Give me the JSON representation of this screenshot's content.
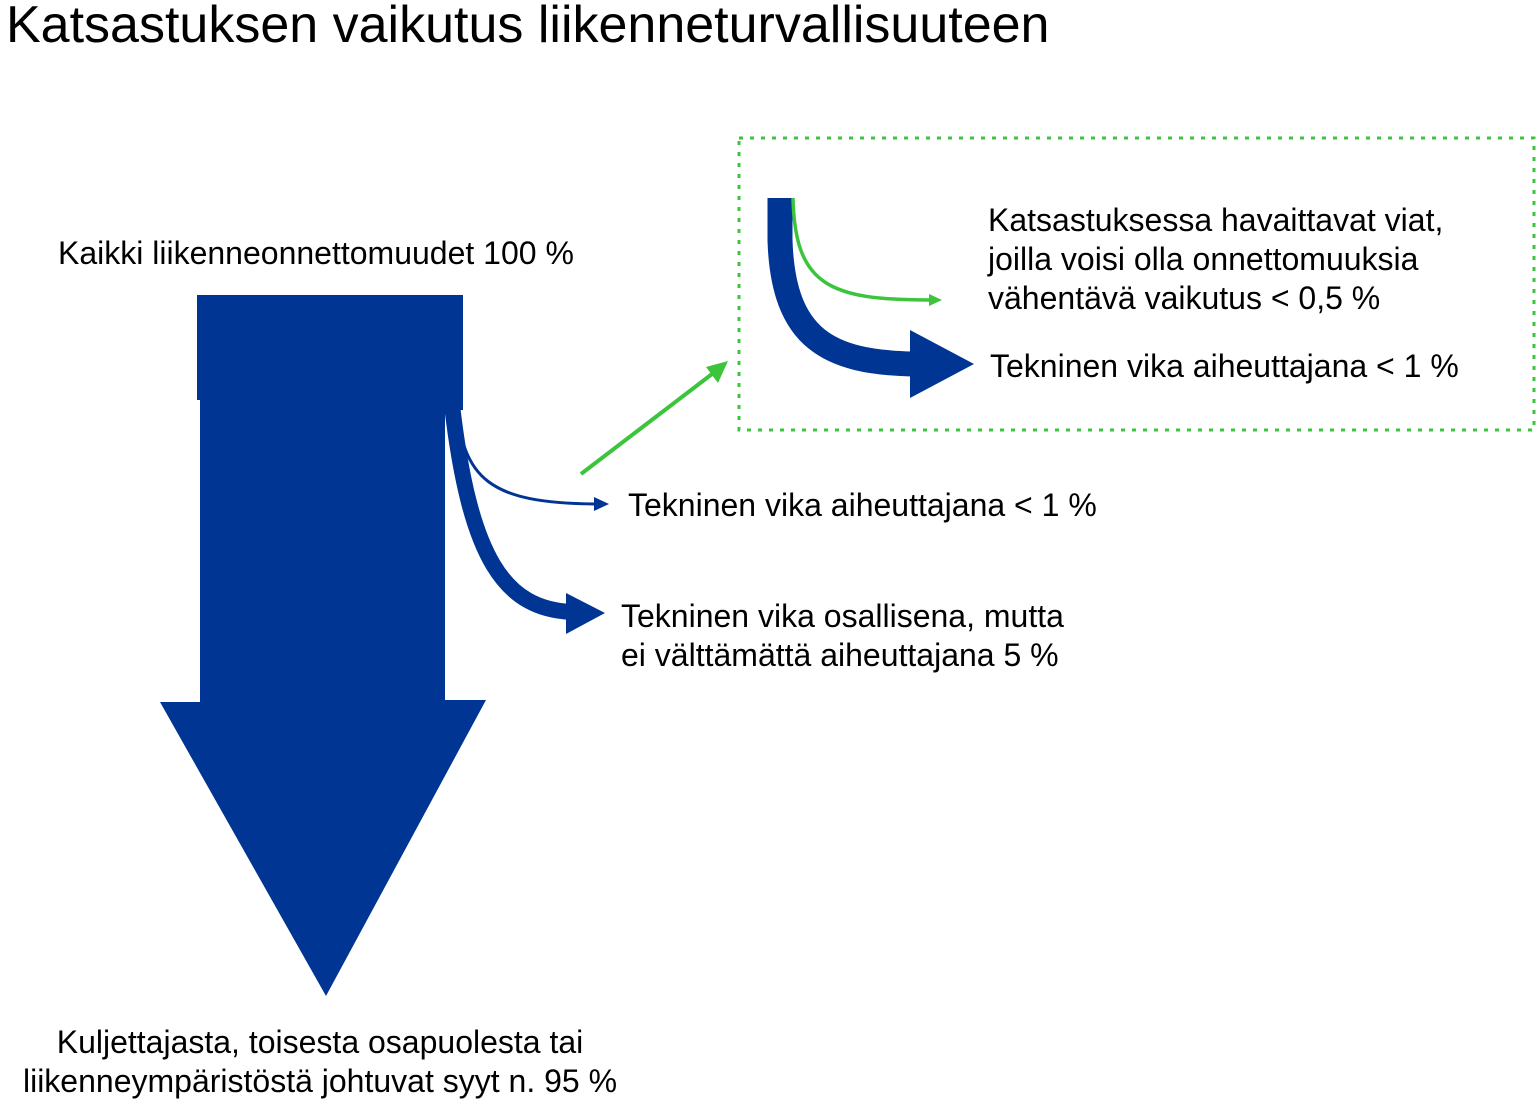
{
  "title": "Katsastuksen vaikutus liikenneturvallisuuteen",
  "colors": {
    "flow_blue": "#003594",
    "highlight_green": "#3cc43c",
    "text": "#000000",
    "background": "#ffffff"
  },
  "labels": {
    "all_accidents": "Kaikki liikenneonnettomuudet 100 %",
    "technical_cause": "Tekninen vika aiheuttajana < 1 %",
    "technical_involved": "Tekninen vika osallisena, mutta\nei välttämättä aiheuttajana 5 %",
    "other_causes": "Kuljettajasta, toisesta osapuolesta tai\nliikenneympäristöstä johtuvat syyt n. 95 %",
    "inspection_detectable": "Katsastuksessa havaittavat viat,\njoilla voisi olla onnettomuuksia\nvähentävä vaikutus < 0,5 %",
    "inset_technical_cause": "Tekninen vika aiheuttajana < 1 %"
  }
}
